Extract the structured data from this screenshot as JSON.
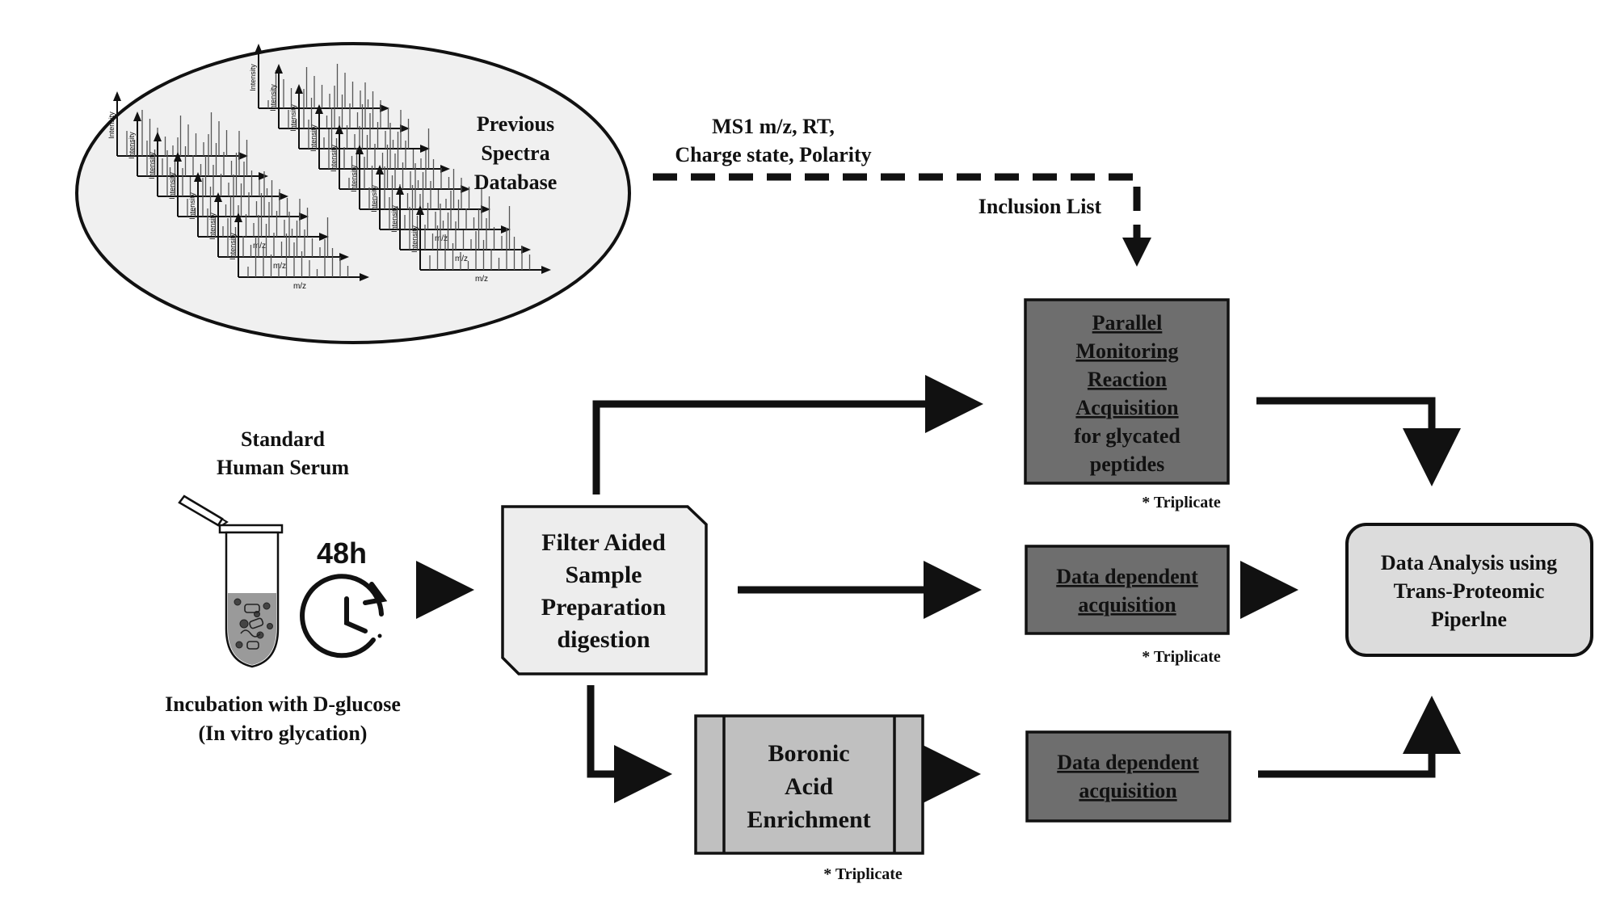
{
  "database": {
    "lines": [
      "Previous",
      "Spectra",
      "Database"
    ],
    "intensity_label": "Intensity",
    "mz_label": "m/z"
  },
  "flow_labels": {
    "ms1_lines": [
      "MS1 m/z, RT,",
      "Charge state, Polarity"
    ],
    "inclusion": "Inclusion List"
  },
  "sample": {
    "title_lines": [
      "Standard",
      "Human Serum"
    ],
    "time": "48h",
    "incubation_lines": [
      "Incubation with D-glucose",
      "(In vitro glycation)"
    ]
  },
  "fasp": {
    "lines": [
      "Filter Aided",
      "Sample",
      "Preparation",
      "digestion"
    ]
  },
  "prm": {
    "underlined_lines": [
      "Parallel",
      "Monitoring",
      "Reaction",
      "Acquisition"
    ],
    "plain_lines": [
      "for glycated",
      "peptides"
    ],
    "note": "* Triplicate"
  },
  "dda_top": {
    "lines": [
      "Data dependent",
      "acquisition"
    ],
    "note": "* Triplicate"
  },
  "boronic": {
    "lines": [
      "Boronic",
      "Acid",
      "Enrichment"
    ],
    "note": "* Triplicate"
  },
  "dda_bottom": {
    "lines": [
      "Data dependent",
      "acquisition"
    ]
  },
  "analysis": {
    "lines": [
      "Data Analysis using",
      "Trans-Proteomic",
      "Piperlne"
    ]
  },
  "colors": {
    "dark_box": "#6e6e6e",
    "mid_box": "#c0c0c0",
    "light_box": "#ededed",
    "ellipse_fill": "#f0f0f0",
    "ink": "#111111"
  }
}
